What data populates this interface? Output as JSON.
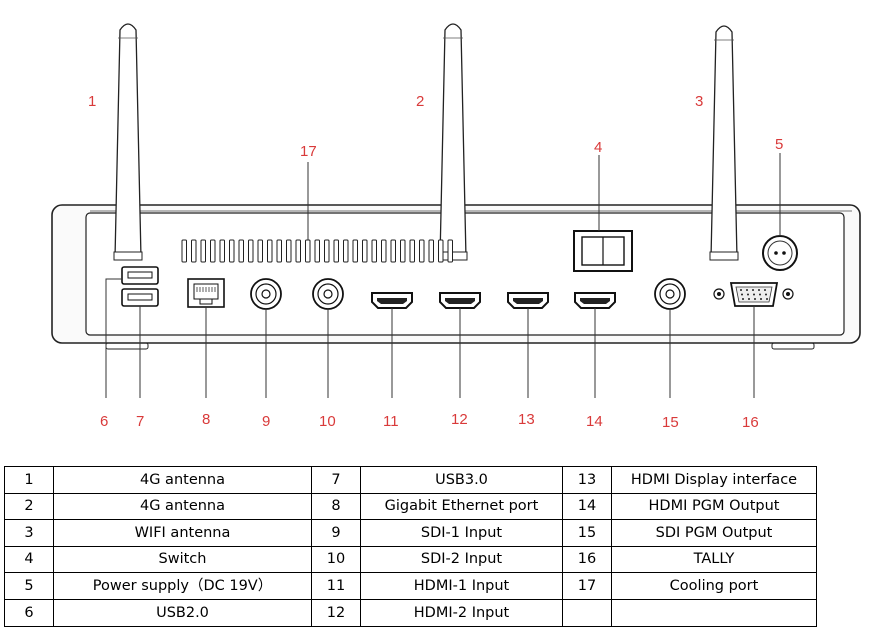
{
  "callouts": [
    "1",
    "2",
    "3",
    "4",
    "5",
    "6",
    "7",
    "8",
    "9",
    "10",
    "11",
    "12",
    "13",
    "14",
    "15",
    "16",
    "17"
  ],
  "table": {
    "rows": [
      [
        {
          "n": "1",
          "d": "4G antenna"
        },
        {
          "n": "7",
          "d": "USB3.0"
        },
        {
          "n": "13",
          "d": "HDMI Display interface"
        }
      ],
      [
        {
          "n": "2",
          "d": "4G antenna"
        },
        {
          "n": "8",
          "d": "Gigabit Ethernet port"
        },
        {
          "n": "14",
          "d": "HDMI PGM Output"
        }
      ],
      [
        {
          "n": "3",
          "d": "WIFI antenna"
        },
        {
          "n": "9",
          "d": "SDI-1 Input"
        },
        {
          "n": "15",
          "d": "SDI PGM Output"
        }
      ],
      [
        {
          "n": "4",
          "d": "Switch"
        },
        {
          "n": "10",
          "d": "SDI-2 Input"
        },
        {
          "n": "16",
          "d": "TALLY"
        }
      ],
      [
        {
          "n": "5",
          "d": "Power supply（DC 19V）"
        },
        {
          "n": "11",
          "d": "HDMI-1 Input"
        },
        {
          "n": "17",
          "d": "Cooling port"
        }
      ],
      [
        {
          "n": "6",
          "d": "USB2.0"
        },
        {
          "n": "12",
          "d": "HDMI-2 Input"
        },
        {
          "n": "",
          "d": ""
        }
      ]
    ]
  }
}
